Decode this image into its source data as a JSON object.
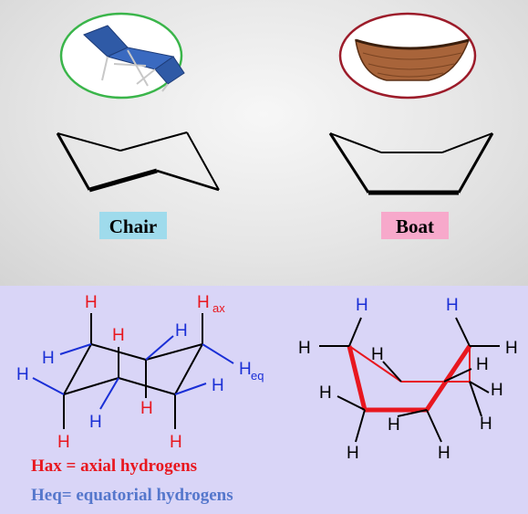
{
  "labels": {
    "chair": "Chair",
    "boat": "Boat"
  },
  "atoms": {
    "h": "H",
    "h_ax_sub": "ax",
    "h_eq_sub": "eq"
  },
  "legend": {
    "hax": "Hax = axial hydrogens",
    "heq": "Heq= equatorial hydrogens"
  },
  "colors": {
    "axial": "#e8171f",
    "equatorial": "#1a2fd6",
    "neutral": "#000000",
    "chair_oval_border": "#3ab54a",
    "boat_oval_border": "#9c1c2a"
  }
}
